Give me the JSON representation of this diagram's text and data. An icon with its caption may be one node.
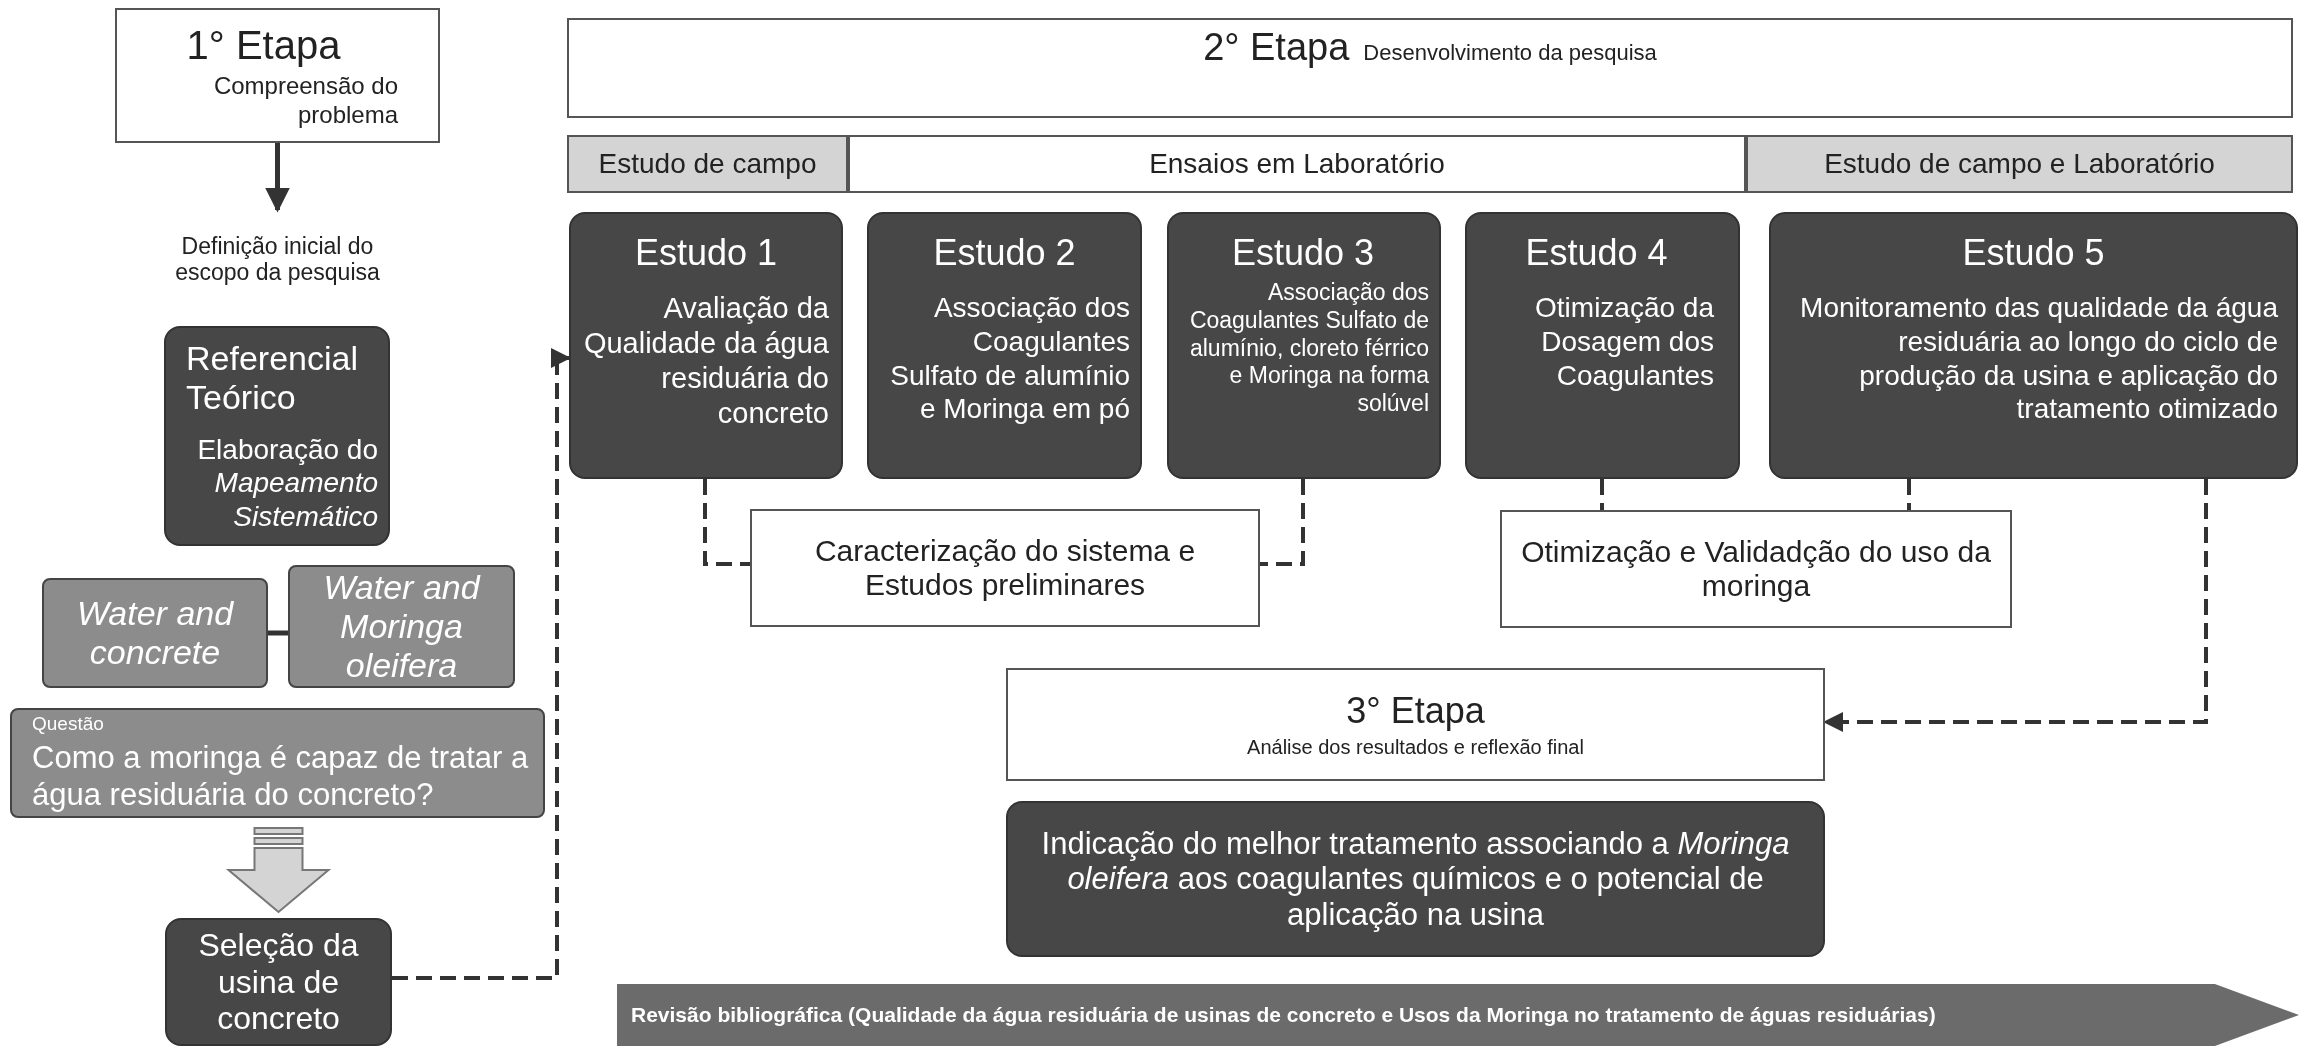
{
  "diagram": {
    "nodes": [
      {
        "text": [
          "1° Etapa",
          "Compreensão do problema"
        ]
      },
      {
        "text": [
          "Definição inicial do escopo da pesquisa"
        ]
      },
      {
        "text": [
          "Referencial Teórico",
          "Elaboração do *Mapeamento Sistemático*"
        ]
      },
      {
        "text": [
          "Water and concrete"
        ]
      },
      {
        "text": [
          "Water and Moringa oleifera"
        ]
      },
      {
        "text": [
          "Questão",
          "Como a moringa é capaz de tratar a água residuária do concreto?"
        ]
      },
      {
        "text": [
          "Seleção da usina de concreto"
        ]
      },
      {
        "text": [
          "2° Etapa",
          "Desenvolvimento da pesquisa"
        ]
      },
      {
        "text": [
          "Estudo de campo"
        ]
      },
      {
        "text": [
          "Ensaios em Laboratório"
        ]
      },
      {
        "text": [
          "Estudo de campo e Laboratório"
        ]
      },
      {
        "text": [
          "Estudo 1",
          "Avaliação da Qualidade da água residuária do concreto"
        ]
      },
      {
        "text": [
          "Estudo 2",
          "Associação dos Coagulantes Sulfato de alumínio e Moringa em pó"
        ]
      },
      {
        "text": [
          "Estudo 3",
          "Associação dos Coagulantes Sulfato de alumínio, cloreto férrico e Moringa na forma solúvel"
        ]
      },
      {
        "text": [
          "Estudo 4",
          "Otimização da Dosagem dos Coagulantes"
        ]
      },
      {
        "text": [
          "Estudo 5",
          "Monitoramento das qualidade da água residuária ao longo do ciclo de produção da usina e aplicação do tratamento otimizado"
        ]
      },
      {
        "text": [
          "Caracterização do sistema e Estudos preliminares"
        ]
      },
      {
        "text": [
          "Otimização e Validadção do uso da moringa"
        ]
      },
      {
        "text": [
          "3° Etapa",
          "Análise dos resultados e reflexão final"
        ]
      },
      {
        "text": [
          "Indicação do melhor tratamento associando a *Moringa oleifera* aos coagulantes químicos e o potencial de aplicação na usina"
        ]
      },
      {
        "text": [
          "Revisão bibliográfica (Qualidade da água residuária de usinas de concreto e Usos da Moringa no tratamento de águas residuárias)"
        ]
      }
    ],
    "edges": [
      {
        "from": 0,
        "to": 1,
        "arrow": "to"
      },
      {
        "from": 3,
        "to": 4,
        "arrow": "none"
      },
      {
        "from": 5,
        "to": 6,
        "arrow": "to",
        "style": "thick",
        "color": "#d4d4d4"
      },
      {
        "from": 6,
        "to": 11,
        "arrow": "to",
        "style": "dashed"
      },
      {
        "from": 11,
        "to": 16,
        "arrow": "none",
        "style": "dashed"
      },
      {
        "from": 13,
        "to": 16,
        "arrow": "none",
        "style": "dashed"
      },
      {
        "from": 14,
        "to": 17,
        "arrow": "none",
        "style": "dashed"
      },
      {
        "from": 15,
        "to": 17,
        "arrow": "none",
        "style": "dashed"
      },
      {
        "from": 15,
        "to": 18,
        "arrow": "to",
        "style": "dashed"
      }
    ]
  }
}
